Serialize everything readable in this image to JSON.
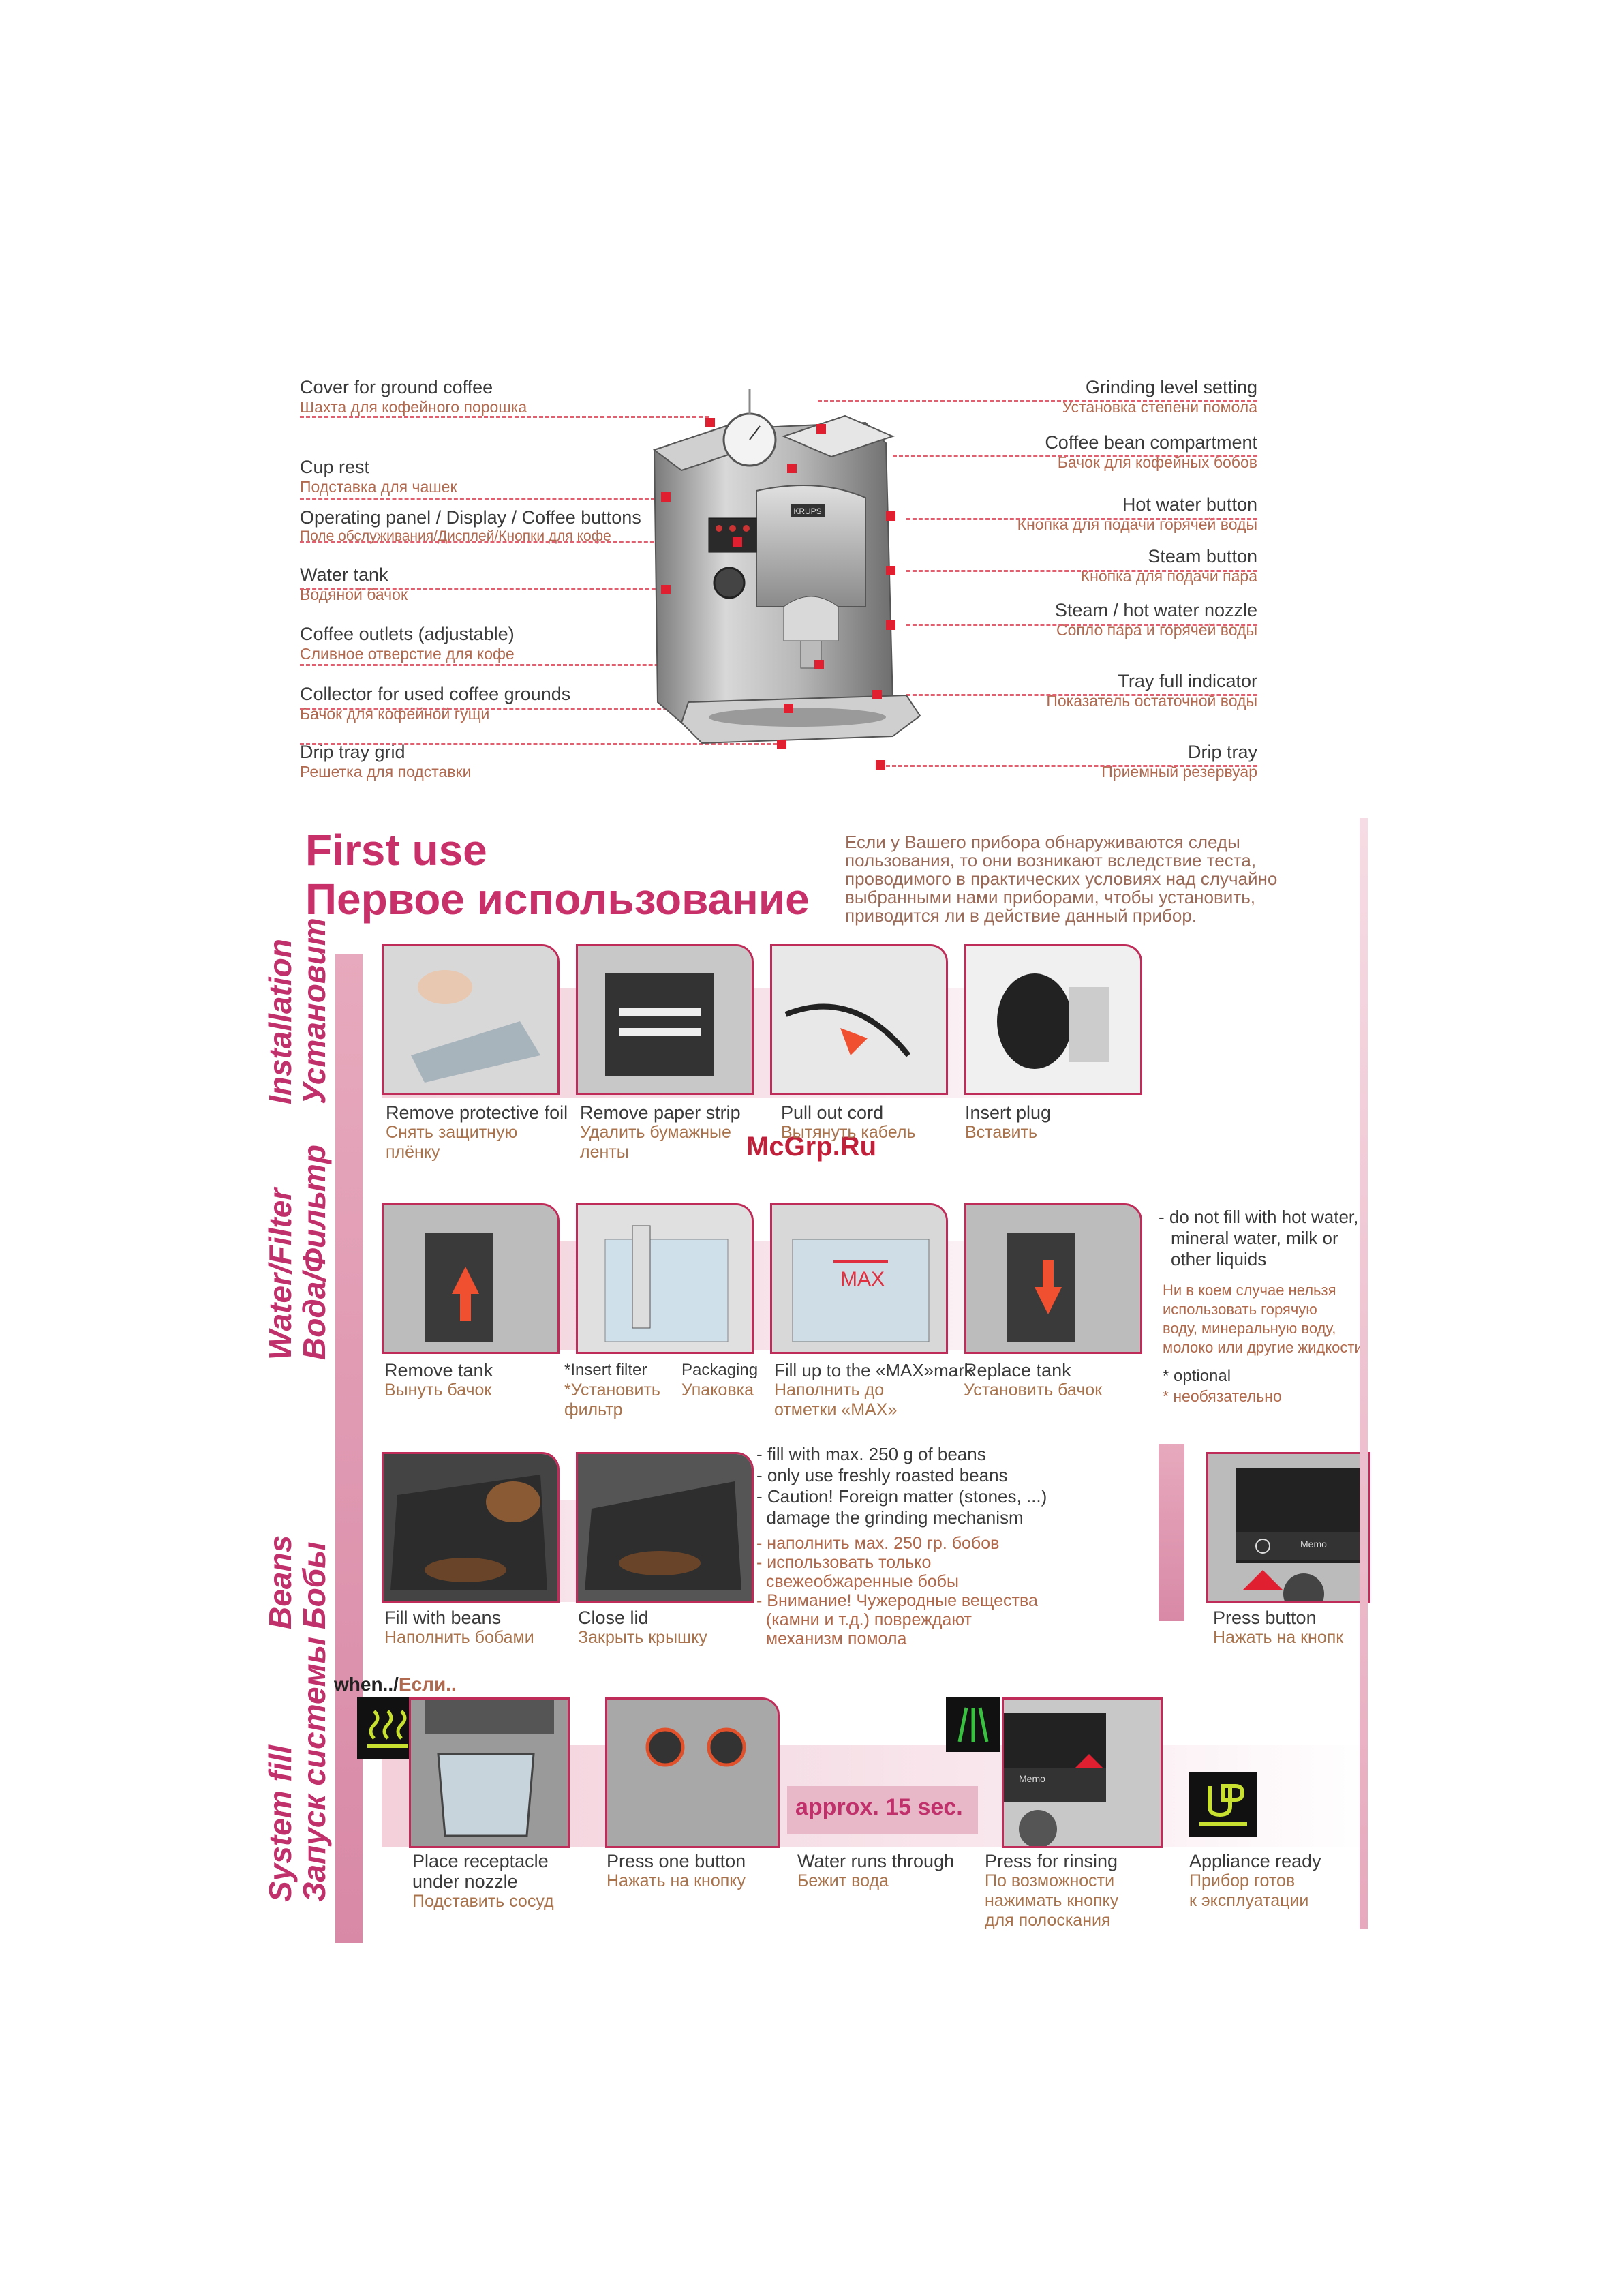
{
  "diagram": {
    "left_labels": [
      {
        "en": "Cover for ground coffee",
        "ru": "Шахта для кофейного порошка"
      },
      {
        "en": "Cup rest",
        "ru": "Подставка для чашек"
      },
      {
        "en": "Operating panel / Display / Coffee buttons",
        "ru": "Поле обслуживания/Дисплей/Кнопки для кофе"
      },
      {
        "en": "Water tank",
        "ru": "Водяной бачок"
      },
      {
        "en": "Coffee outlets (adjustable)",
        "ru": "Сливное отверстие для кофе"
      },
      {
        "en": "Collector for used coffee grounds",
        "ru": "Бачок для кофейной гущи"
      },
      {
        "en": "Drip tray grid",
        "ru": "Решетка для подставки"
      }
    ],
    "right_labels": [
      {
        "en": "Grinding level setting",
        "ru": "Установка степени помола"
      },
      {
        "en": "Coffee bean compartment",
        "ru": "Бачок для кофейных бобов"
      },
      {
        "en": "Hot water button",
        "ru": "Кнопка для подачи горячей воды"
      },
      {
        "en": "Steam button",
        "ru": "Кнопка для подачи пара"
      },
      {
        "en": "Steam / hot water nozzle",
        "ru": "Сопло пара и горячей воды"
      },
      {
        "en": "Tray full indicator",
        "ru": "Показатель остаточной воды"
      },
      {
        "en": "Drip tray",
        "ru": "Приемный резервуар"
      }
    ],
    "brand_plate": "KRUPS"
  },
  "first_use": {
    "title_en": "First use",
    "title_ru": "Первое использование",
    "intro_ru": [
      "Если у Вашего прибора обнаруживаются следы",
      "пользования, то они возникают вследствие теста,",
      "проводимого в практических условиях над случайно",
      "выбранными нами приборами, чтобы установить,",
      "приводится ли в действие данный прибор."
    ]
  },
  "watermark": "McGrp.Ru",
  "installation": {
    "title": [
      "Installation",
      "Установит"
    ],
    "steps": [
      {
        "en": "Remove protective foil",
        "ru": [
          "Снять защитную",
          "плёнку"
        ]
      },
      {
        "en": "Remove paper strip",
        "ru": [
          "Удалить бумажные",
          "ленты"
        ]
      },
      {
        "en": "Pull out cord",
        "ru": [
          "Вытянуть кабель"
        ]
      },
      {
        "en": "Insert plug",
        "ru": [
          "Вставить"
        ]
      }
    ]
  },
  "water_filter": {
    "title": [
      "Water/Filter",
      "Вода/Фильтр"
    ],
    "steps": [
      {
        "en": "Remove tank",
        "ru": [
          "Вынуть бачок"
        ]
      },
      {
        "en": "*Insert filter",
        "ru": [
          "*Установить",
          "фильтр"
        ]
      },
      {
        "en": "Packaging",
        "ru": [
          "Упаковка"
        ]
      },
      {
        "en": "Fill up to the «MAX»mark",
        "ru": [
          "Наполнить до",
          "отметки «MAX»"
        ]
      },
      {
        "en": "Replace tank",
        "ru": [
          "Установить бачок"
        ]
      }
    ],
    "max_label": "MAX",
    "notes_en": [
      "- do not fill with hot water,",
      "mineral water, milk or",
      "other liquids"
    ],
    "notes_ru": [
      "Ни в коем случае нельзя",
      "использовать горячую",
      "воду, минеральную воду,",
      "молоко или другие жидкости"
    ],
    "optional_en": "* optional",
    "optional_ru": "* необязательно"
  },
  "beans": {
    "title": [
      "Beans",
      "Бобы"
    ],
    "steps": [
      {
        "en": "Fill with beans",
        "ru": [
          "Наполнить бобами"
        ]
      },
      {
        "en": "Close lid",
        "ru": [
          "Закрыть крышку"
        ]
      },
      {
        "en": "Press button",
        "ru": [
          "Нажать на кнопк"
        ]
      }
    ],
    "notes_en": [
      "- fill with max. 250 g of beans",
      "- only use freshly roasted beans",
      "- Caution! Foreign matter (stones, ...)",
      "  damage the grinding mechanism"
    ],
    "notes_ru": [
      "- наполнить мах. 250 гр. бобов",
      "- использовать только",
      "  свежеобжаренные бобы",
      "- Внимание! Чужеродные вещества",
      "  (камни и т.д.) повреждают",
      "  механизм помола"
    ],
    "memo_label": "Memo"
  },
  "system_fill": {
    "title": [
      "System fill",
      "Запуск системы"
    ],
    "when_en": "when../",
    "when_ru": "Если..",
    "approx": "approx. 15 sec.",
    "steps": [
      {
        "en": [
          "Place receptacle",
          "under nozzle"
        ],
        "ru": [
          "Подставить сосуд"
        ]
      },
      {
        "en": [
          "Press one button"
        ],
        "ru": [
          "Нажать на кнопку"
        ]
      },
      {
        "en": [
          "Water runs through"
        ],
        "ru": [
          "Бежит вода"
        ]
      },
      {
        "en": [
          "Press for rinsing"
        ],
        "ru": [
          "По возможности",
          "нажимать кнопку",
          "для полоскания"
        ]
      },
      {
        "en": [
          "Appliance ready"
        ],
        "ru": [
          "Прибор готов",
          "к эксплуатации"
        ]
      }
    ],
    "memo_label": "Memo"
  }
}
